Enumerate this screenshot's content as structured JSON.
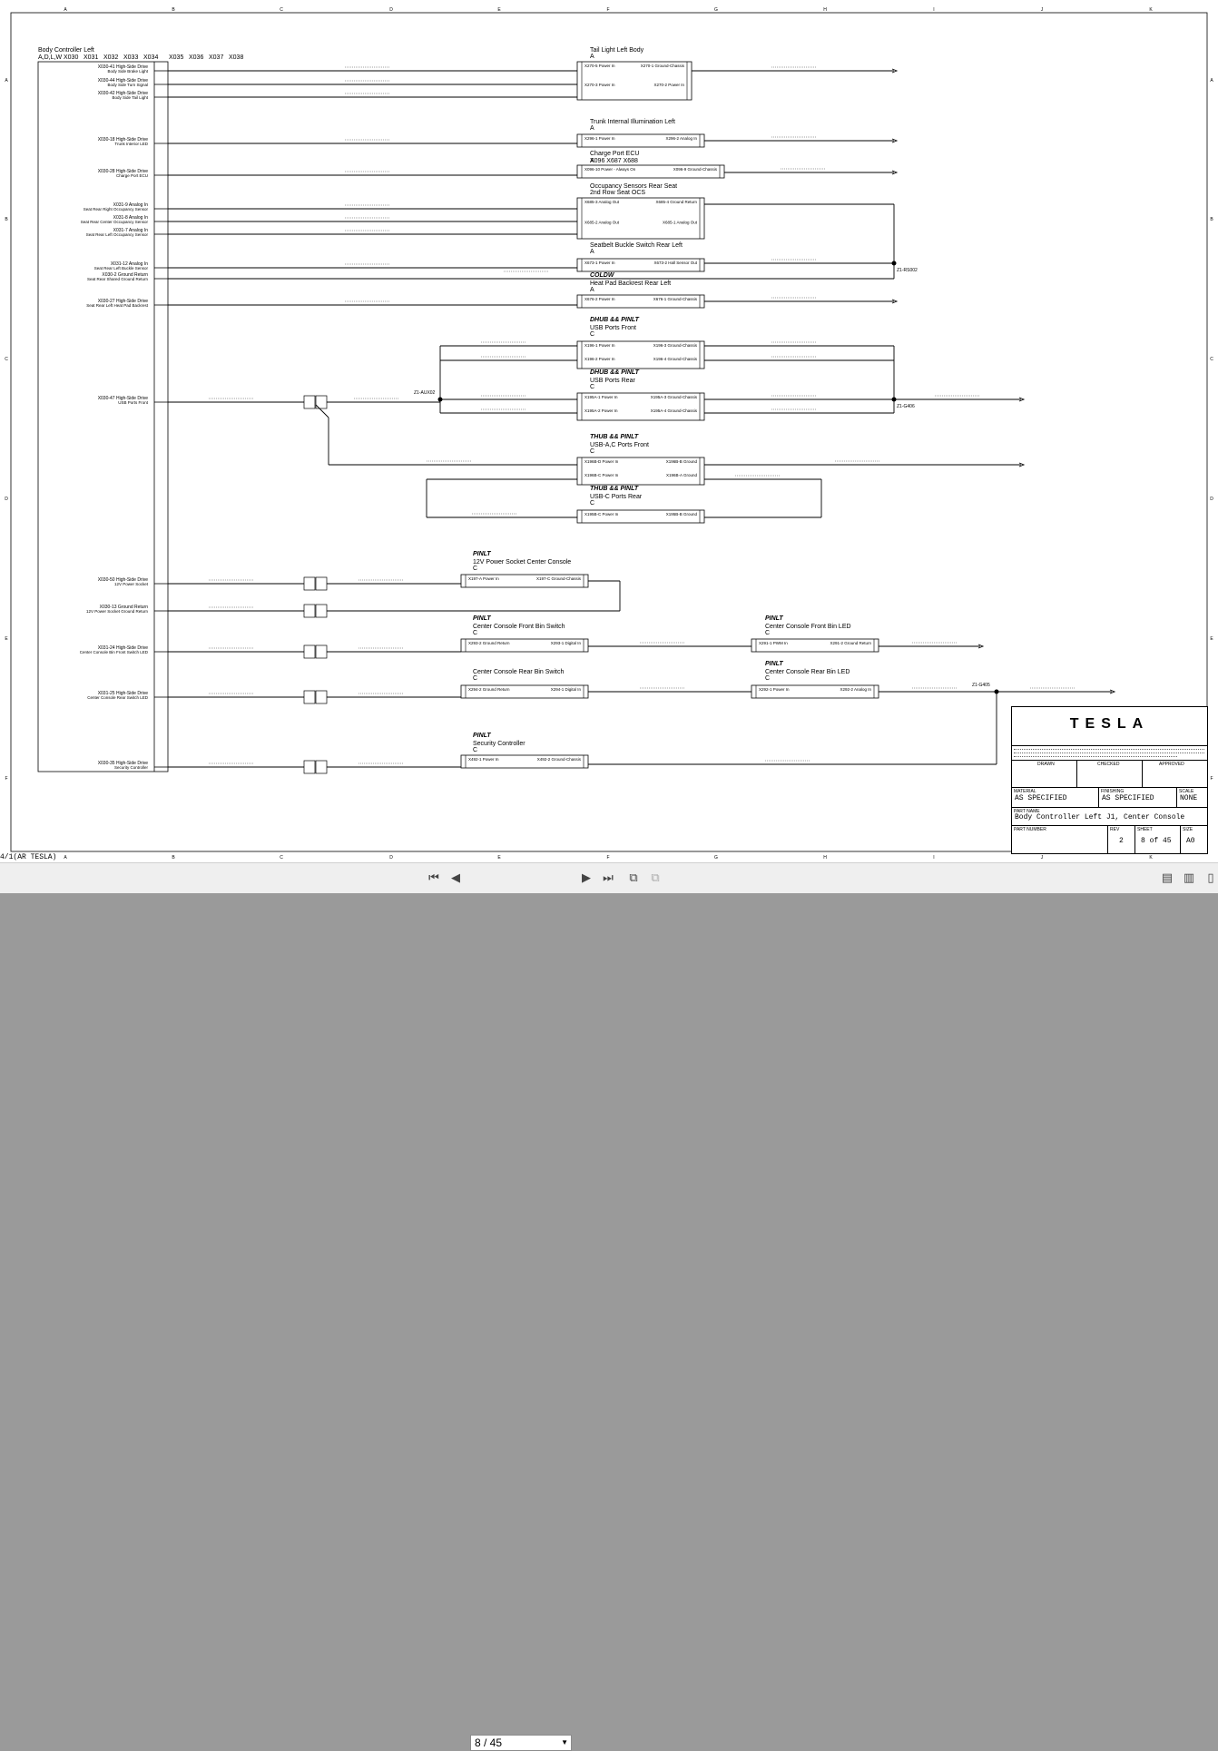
{
  "grid": {
    "columns": [
      "A",
      "B",
      "C",
      "D",
      "E",
      "F",
      "G",
      "H",
      "I",
      "J",
      "K"
    ],
    "rows": [
      "A",
      "B",
      "C",
      "D",
      "E",
      "F"
    ]
  },
  "controller": {
    "title": "Body Controller Left",
    "variants": "A,D,L,W",
    "connectors": [
      "X030",
      "X031",
      "X032",
      "X033",
      "X034",
      "X035",
      "X036",
      "X037",
      "X038"
    ],
    "pins": [
      {
        "id": "X030-41",
        "fn": "High-Side Drive",
        "desc": "Body Side Brake Light"
      },
      {
        "id": "X030-44",
        "fn": "High-Side Drive",
        "desc": "Body Side Turn Signal"
      },
      {
        "id": "X030-42",
        "fn": "High-Side Drive",
        "desc": "Body Side Tail Light"
      },
      {
        "id": "X030-18",
        "fn": "High-Side Drive",
        "desc": "Trunk Interior LED"
      },
      {
        "id": "X030-28",
        "fn": "High-Side Drive",
        "desc": "Charge Port ECU"
      },
      {
        "id": "X031-9",
        "fn": "Analog In",
        "desc": "Seat Rear Right Occupancy Sensor"
      },
      {
        "id": "X031-8",
        "fn": "Analog In",
        "desc": "Seat Rear Center Occupancy Sensor"
      },
      {
        "id": "X031-7",
        "fn": "Analog In",
        "desc": "Seat Rear Left Occupancy Sensor"
      },
      {
        "id": "X031-12",
        "fn": "Analog In",
        "desc": "Seat Rear Left Buckle Sensor"
      },
      {
        "id": "X030-2",
        "fn": "Ground Return",
        "desc": "Seat Rear Shared Ground Return"
      },
      {
        "id": "X030-27",
        "fn": "High-Side Drive",
        "desc": "Seat Rear Left Heat Pad Backrest"
      },
      {
        "id": "X030-47",
        "fn": "High-Side Drive",
        "desc": "USB Ports Front"
      },
      {
        "id": "X030-50",
        "fn": "High-Side Drive",
        "desc": "12V Power Socket"
      },
      {
        "id": "X030-13",
        "fn": "Ground Return",
        "desc": "12V Power Socket Ground Return"
      },
      {
        "id": "X031-24",
        "fn": "High-Side Drive",
        "desc": "Center Console Bin Front Switch LED"
      },
      {
        "id": "X031-25",
        "fn": "High-Side Drive",
        "desc": "Center Console Rear Switch LED"
      },
      {
        "id": "X030-35",
        "fn": "High-Side Drive",
        "desc": "Security Controller"
      }
    ]
  },
  "components": [
    {
      "title": "Tail Light Left Body",
      "variant": "A",
      "tag": "",
      "pins": [
        "X270-5 Power In",
        "X270-1 Ground-Chassis",
        "X270-3 Power In",
        "X270-2 Power In"
      ]
    },
    {
      "title": "Trunk Internal Illumination Left",
      "variant": "A",
      "tag": "",
      "pins": [
        "X296-1 Power In",
        "X296-2 Analog In"
      ]
    },
    {
      "title": "Charge Port ECU",
      "variant": "A",
      "tag": "X096  X687  X688",
      "pins": [
        "X096-10 Power - Always On",
        "X096-9 Ground-Chassis"
      ]
    },
    {
      "title": "Occupancy Sensors Rear Seat",
      "variant": "2nd Row Seat OCS",
      "tag": "",
      "pins": [
        "X685-3 Analog Out",
        "X685-4 Ground Return",
        "X685-2 Analog Out",
        "X685-1 Analog Out"
      ]
    },
    {
      "title": "Seatbelt Buckle Switch Rear Left",
      "variant": "A",
      "tag": "",
      "pins": [
        "X673-1 Power In",
        "X673-2 Hall Sensor Out"
      ]
    },
    {
      "title": "Heat Pad Backrest Rear Left",
      "variant": "A",
      "tag": "COLDW",
      "pins": [
        "X676-2 Power In",
        "X676-1 Ground-Chassis"
      ]
    },
    {
      "title": "USB Ports Front",
      "variant": "C",
      "tag": "DHUB && PINLT",
      "pins": [
        "X196-1 Power In",
        "X196-3 Ground-Chassis",
        "X196-2 Power In",
        "X196-4 Ground-Chassis"
      ]
    },
    {
      "title": "USB Ports Rear",
      "variant": "C",
      "tag": "DHUB && PINLT",
      "pins": [
        "X195A-1 Power In",
        "X195A-3 Ground-Chassis",
        "X195A-2 Power In",
        "X195A-4 Ground-Chassis"
      ]
    },
    {
      "title": "USB-A,C Ports Front",
      "variant": "C",
      "tag": "THUB && PINLT",
      "pins": [
        "X196B-D Power In",
        "X196B-B Ground",
        "X196B-C Power In",
        "X196B-A Ground"
      ]
    },
    {
      "title": "USB-C Ports Rear",
      "variant": "C",
      "tag": "THUB && PINLT",
      "pins": [
        "X195B-C Power In",
        "X195B-B Ground"
      ]
    },
    {
      "title": "12V Power Socket Center Console",
      "variant": "C",
      "tag": "PINLT",
      "pins": [
        "X197-A Power In",
        "X197-C Ground-Chassis"
      ]
    },
    {
      "title": "Center Console Front Bin Switch",
      "variant": "C",
      "tag": "PINLT",
      "pins": [
        "X293-2 Ground Return",
        "X293-1 Digital In"
      ]
    },
    {
      "title": "Center Console Front Bin LED",
      "variant": "C",
      "tag": "PINLT",
      "pins": [
        "X291-1 PWM In",
        "X291-2 Ground Return"
      ]
    },
    {
      "title": "Center Console Rear Bin Switch",
      "variant": "C",
      "tag": "",
      "pins": [
        "X294-2 Ground Return",
        "X294-1 Digital In"
      ]
    },
    {
      "title": "Center Console Rear Bin LED",
      "variant": "C",
      "tag": "PINLT",
      "pins": [
        "X292-1 Power In",
        "X292-2 Analog In"
      ]
    },
    {
      "title": "Security Controller",
      "variant": "C",
      "tag": "PINLT",
      "pins": [
        "X492-1 Power In",
        "X492-2 Ground-Chassis"
      ]
    }
  ],
  "splices": [
    "Z1-AUX02",
    "Z1-RS002",
    "Z1-G406",
    "Z1-G405"
  ],
  "titleblock": {
    "brand": "TESLA",
    "drawn_label": "DRAWN",
    "checked_label": "CHECKED",
    "approved_label": "APPROVED",
    "material_label": "MATERIAL",
    "material": "AS SPECIFIED",
    "finishing_label": "FINISHING",
    "finishing": "AS SPECIFIED",
    "scale_label": "SCALE",
    "scale": "NONE",
    "partname_label": "PART NAME",
    "partname": "Body Controller Left J1, Center Console",
    "partnumber_label": "PART NUMBER",
    "rev_label": "REV",
    "rev": "2",
    "sheet_label": "SHEET",
    "sheet": "8 of 45",
    "size_label": "SIZE",
    "size": "A0"
  },
  "viewer": {
    "page_indicator": "8 / 45",
    "status_left": "4/1(AR TESLA)"
  }
}
